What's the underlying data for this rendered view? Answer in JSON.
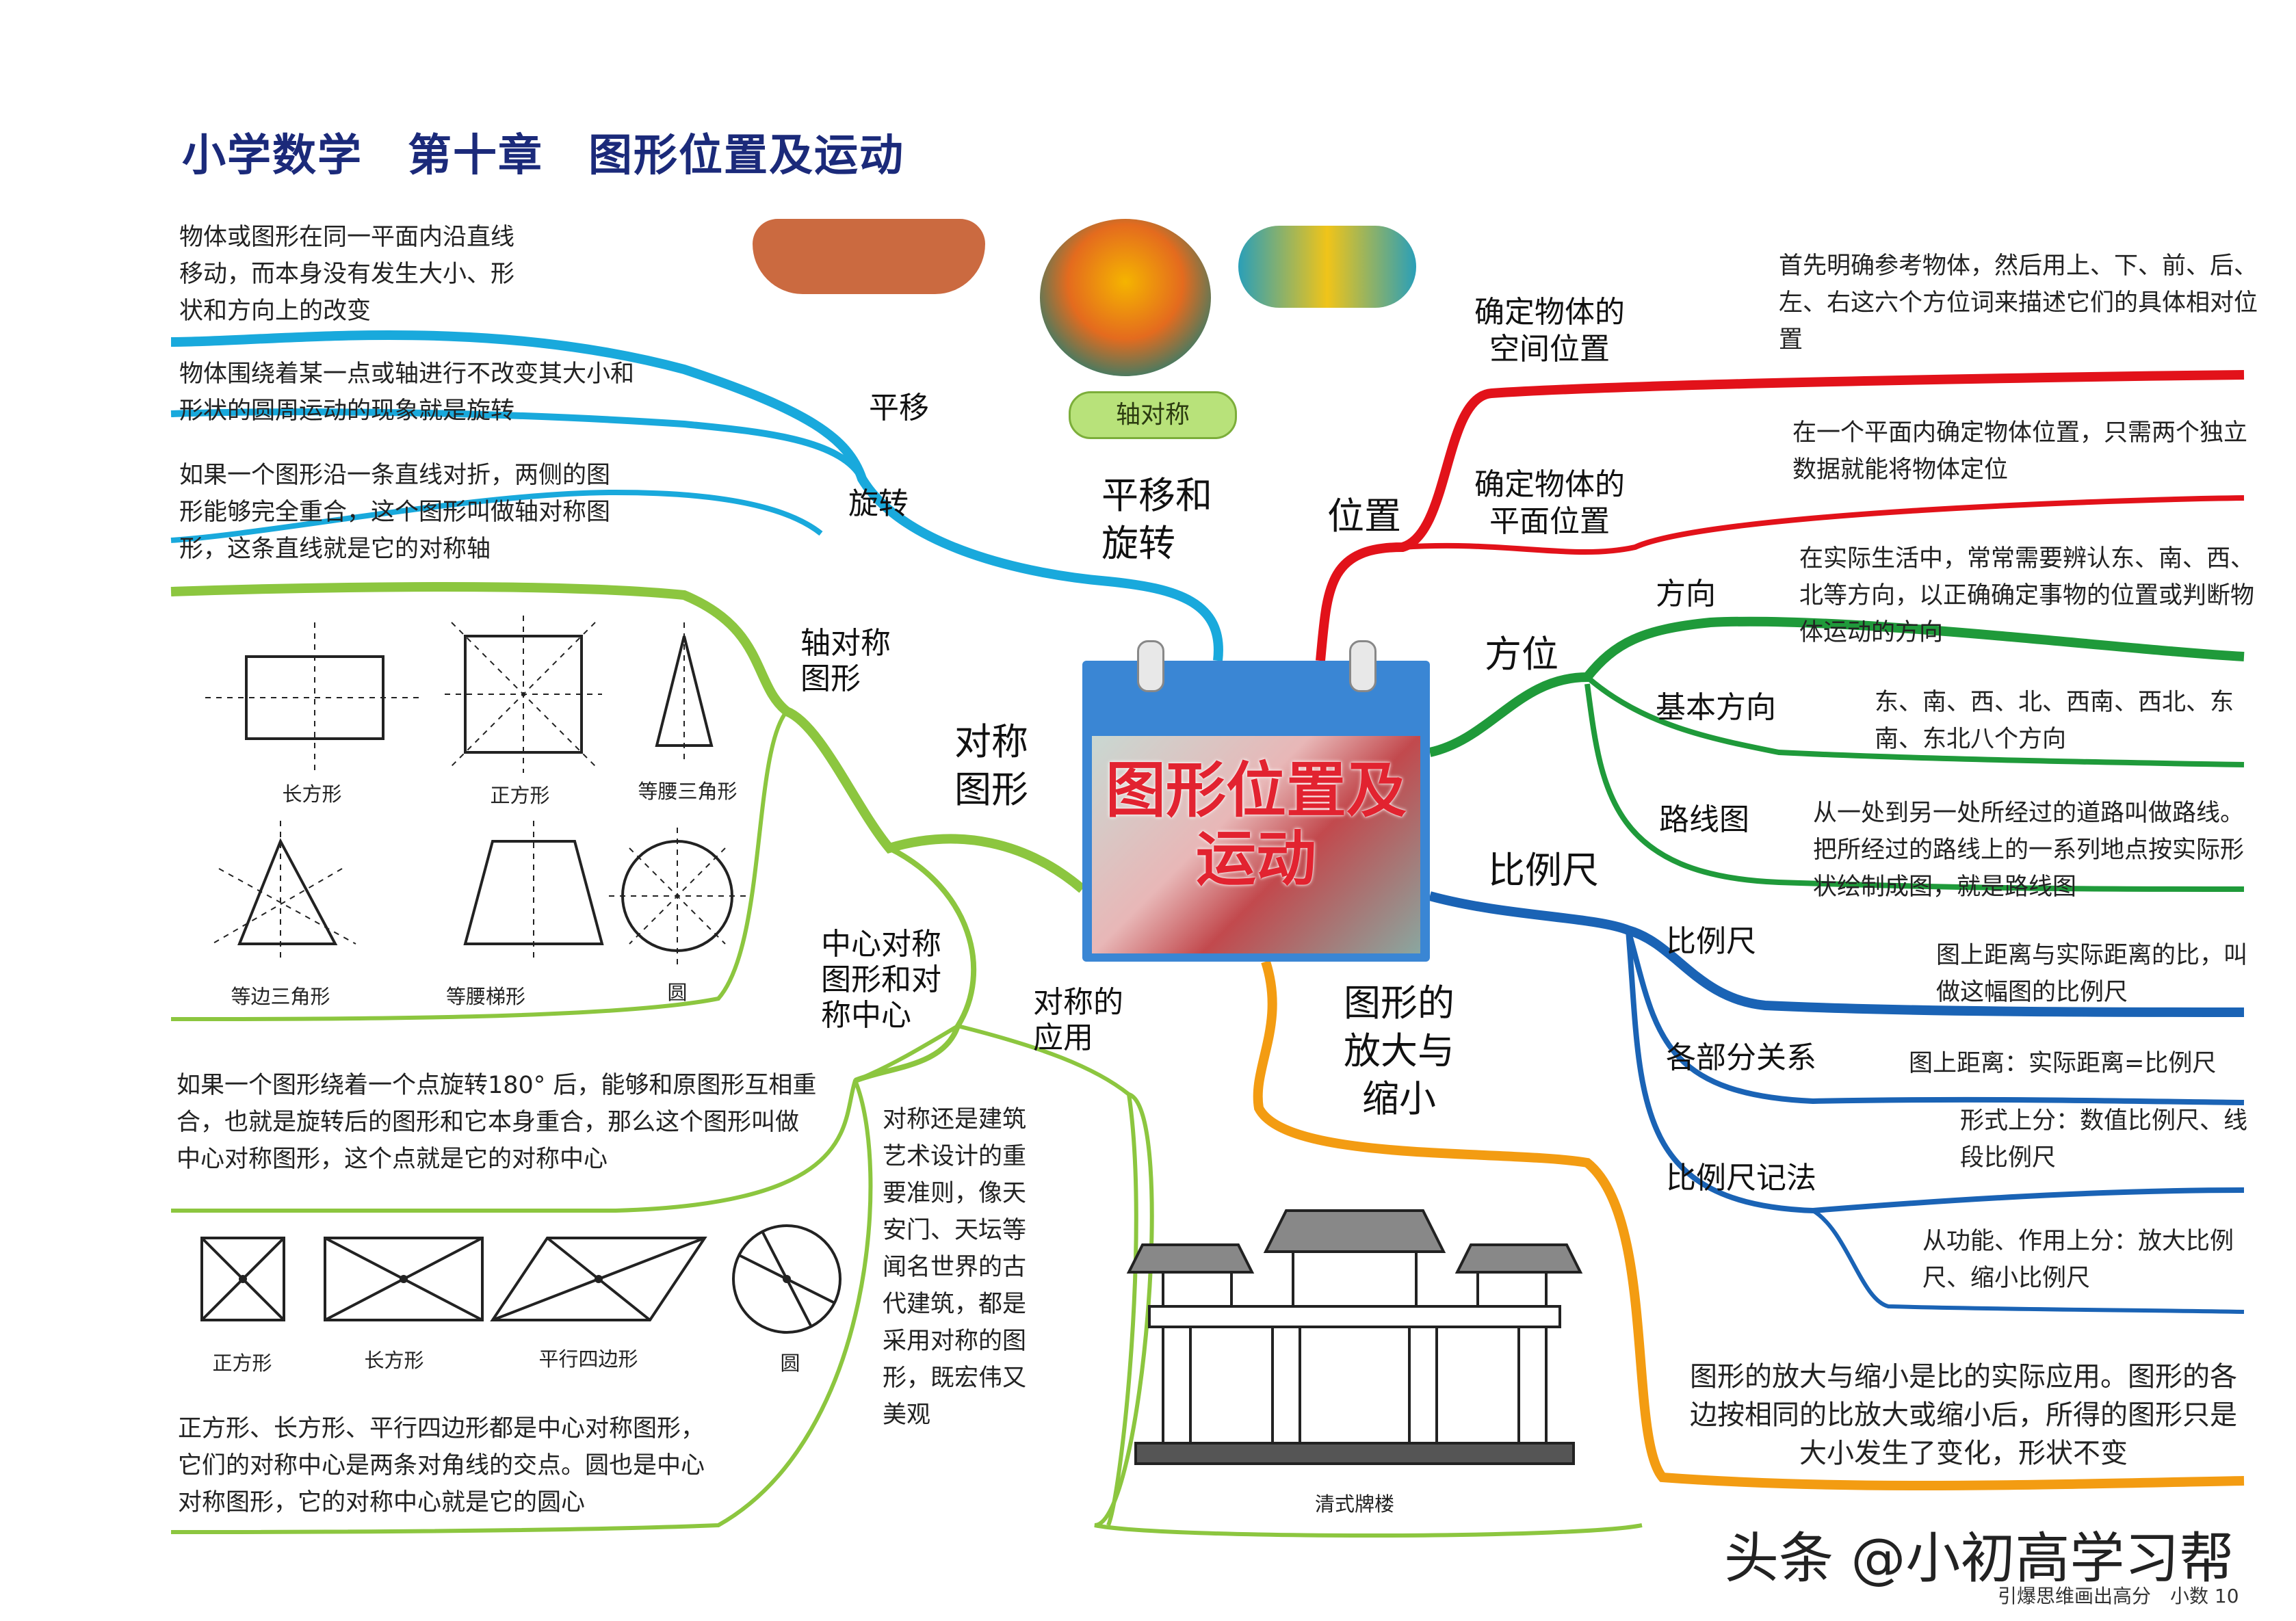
{
  "title": "小学数学　第十章　图形位置及运动",
  "center": {
    "label": "图形位置及运动"
  },
  "badge": "轴对称",
  "left": {
    "pingyi_def": "物体或图形在同一平面内沿直线移动，而本身没有发生大小、形状和方向上的改变",
    "xuanzhuan_def": "物体围绕着某一点或轴进行不改变其大小和形状的圆周运动的现象就是旋转",
    "zhou_def": "如果一个图形沿一条直线对折，两侧的图形能够完全重合，这个图形叫做轴对称图形，这条直线就是它的对称轴",
    "pingyi": "平移",
    "xuanzhuan": "旋转",
    "pingyi_xuanzhuan": "平移和旋转",
    "zhoudc": "轴对称图形",
    "duicheng": "对称图形",
    "zhongxin": "中心对称图形和对称中心",
    "yingyong": "对称的应用",
    "zhongxin_def": "如果一个图形绕着一个点旋转180° 后，能够和原图形互相重合，也就是旋转后的图形和它本身重合，那么这个图形叫做中心对称图形，这个点就是它的对称中心",
    "zhongxin_note": "正方形、长方形、平行四边形都是中心对称图形，它们的对称中心是两条对角线的交点。圆也是中心对称图形，它的对称中心就是它的圆心",
    "yingyong_def": "对称还是建筑艺术设计的重要准则，像天安门、天坛等闻名世界的古代建筑，都是采用对称的图形，既宏伟又美观",
    "shapes1": [
      "长方形",
      "正方形",
      "等腰三角形",
      "等边三角形",
      "等腰梯形",
      "圆"
    ],
    "shapes2": [
      "正方形",
      "长方形",
      "平行四边形",
      "圆"
    ],
    "building": "清式牌楼"
  },
  "right": {
    "weizhi": "位置",
    "kongjian": "确定物体的空间位置",
    "kongjian_def": "首先明确参考物体，然后用上、下、前、后、左、右这六个方位词来描述它们的具体相对位置",
    "pingmian": "确定物体的平面位置",
    "pingmian_def": "在一个平面内确定物体位置，只需两个独立数据就能将物体定位",
    "fangwei": "方位",
    "fangxiang": "方向",
    "fangxiang_def": "在实际生活中，常常需要辨认东、南、西、北等方向，以正确确定事物的位置或判断物体运动的方向",
    "jiben": "基本方向",
    "jiben_def": "东、南、西、北、西南、西北、东南、东北八个方向",
    "luxian": "路线图",
    "luxian_def": "从一处到另一处所经过的道路叫做路线。把所经过的路线上的一系列地点按实际形状绘制成图，就是路线图",
    "blc": "比例尺",
    "blc2": "比例尺",
    "blc2_def": "图上距离与实际距离的比，叫做这幅图的比例尺",
    "gebufen": "各部分关系",
    "gebufen_def": "图上距离：实际距离=比例尺",
    "jifa": "比例尺记法",
    "jifa_def1": "形式上分：数值比例尺、线段比例尺",
    "jifa_def2": "从功能、作用上分：放大比例尺、缩小比例尺",
    "fangda": "图形的放大与缩小",
    "fangda_def": "图形的放大与缩小是比的实际应用。图形的各边按相同的比放大或缩小后，所得的图形只是大小发生了变化，形状不变"
  },
  "watermark": "头条 @小初高学习帮",
  "footer": "引爆思维画出高分　小数 10",
  "colors": {
    "blue": "#19a9dc",
    "green": "#8cc63f",
    "red": "#e2121a",
    "darkgreen": "#1f9a3a",
    "navy": "#1a63b5",
    "orange": "#f39c12"
  }
}
